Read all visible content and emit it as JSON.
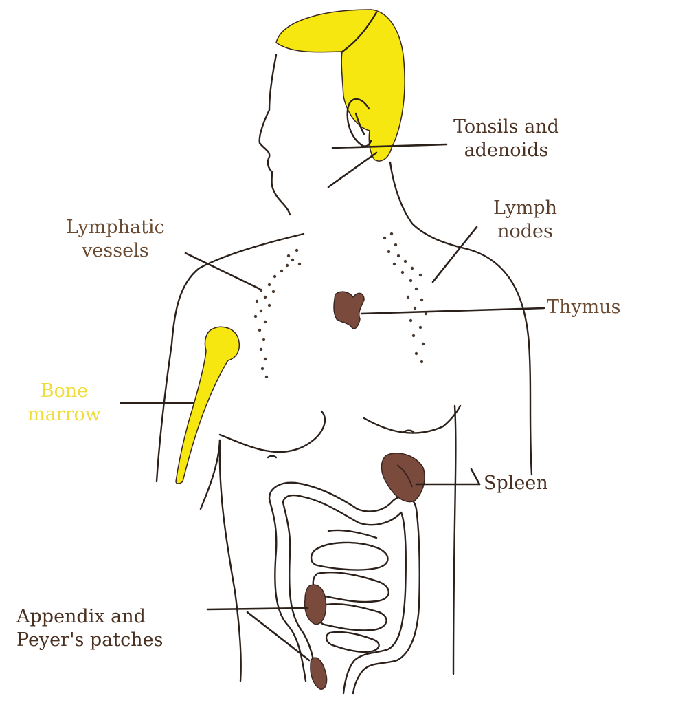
{
  "colors": {
    "outline": "#2b201a",
    "lymphoid_yellow": "#f5e70f",
    "organ_brown": "#7a4a3c",
    "label_brown": "#5a3e2e",
    "label_yellow": "#f0dd3a",
    "label_dark": "#4a3020"
  },
  "labels": {
    "tonsils": {
      "line1": "Tonsils and",
      "line2": "adenoids"
    },
    "lymph_nodes": {
      "line1": "Lymph",
      "line2": "nodes"
    },
    "lymphatic_vessels": {
      "line1": "Lymphatic",
      "line2": "vessels"
    },
    "thymus": {
      "line1": "Thymus"
    },
    "bone_marrow": {
      "line1": "Bone",
      "line2": "marrow"
    },
    "spleen": {
      "line1": "Spleen"
    },
    "appendix": {
      "line1": "Appendix and",
      "line2": "Peyer's patches"
    }
  }
}
